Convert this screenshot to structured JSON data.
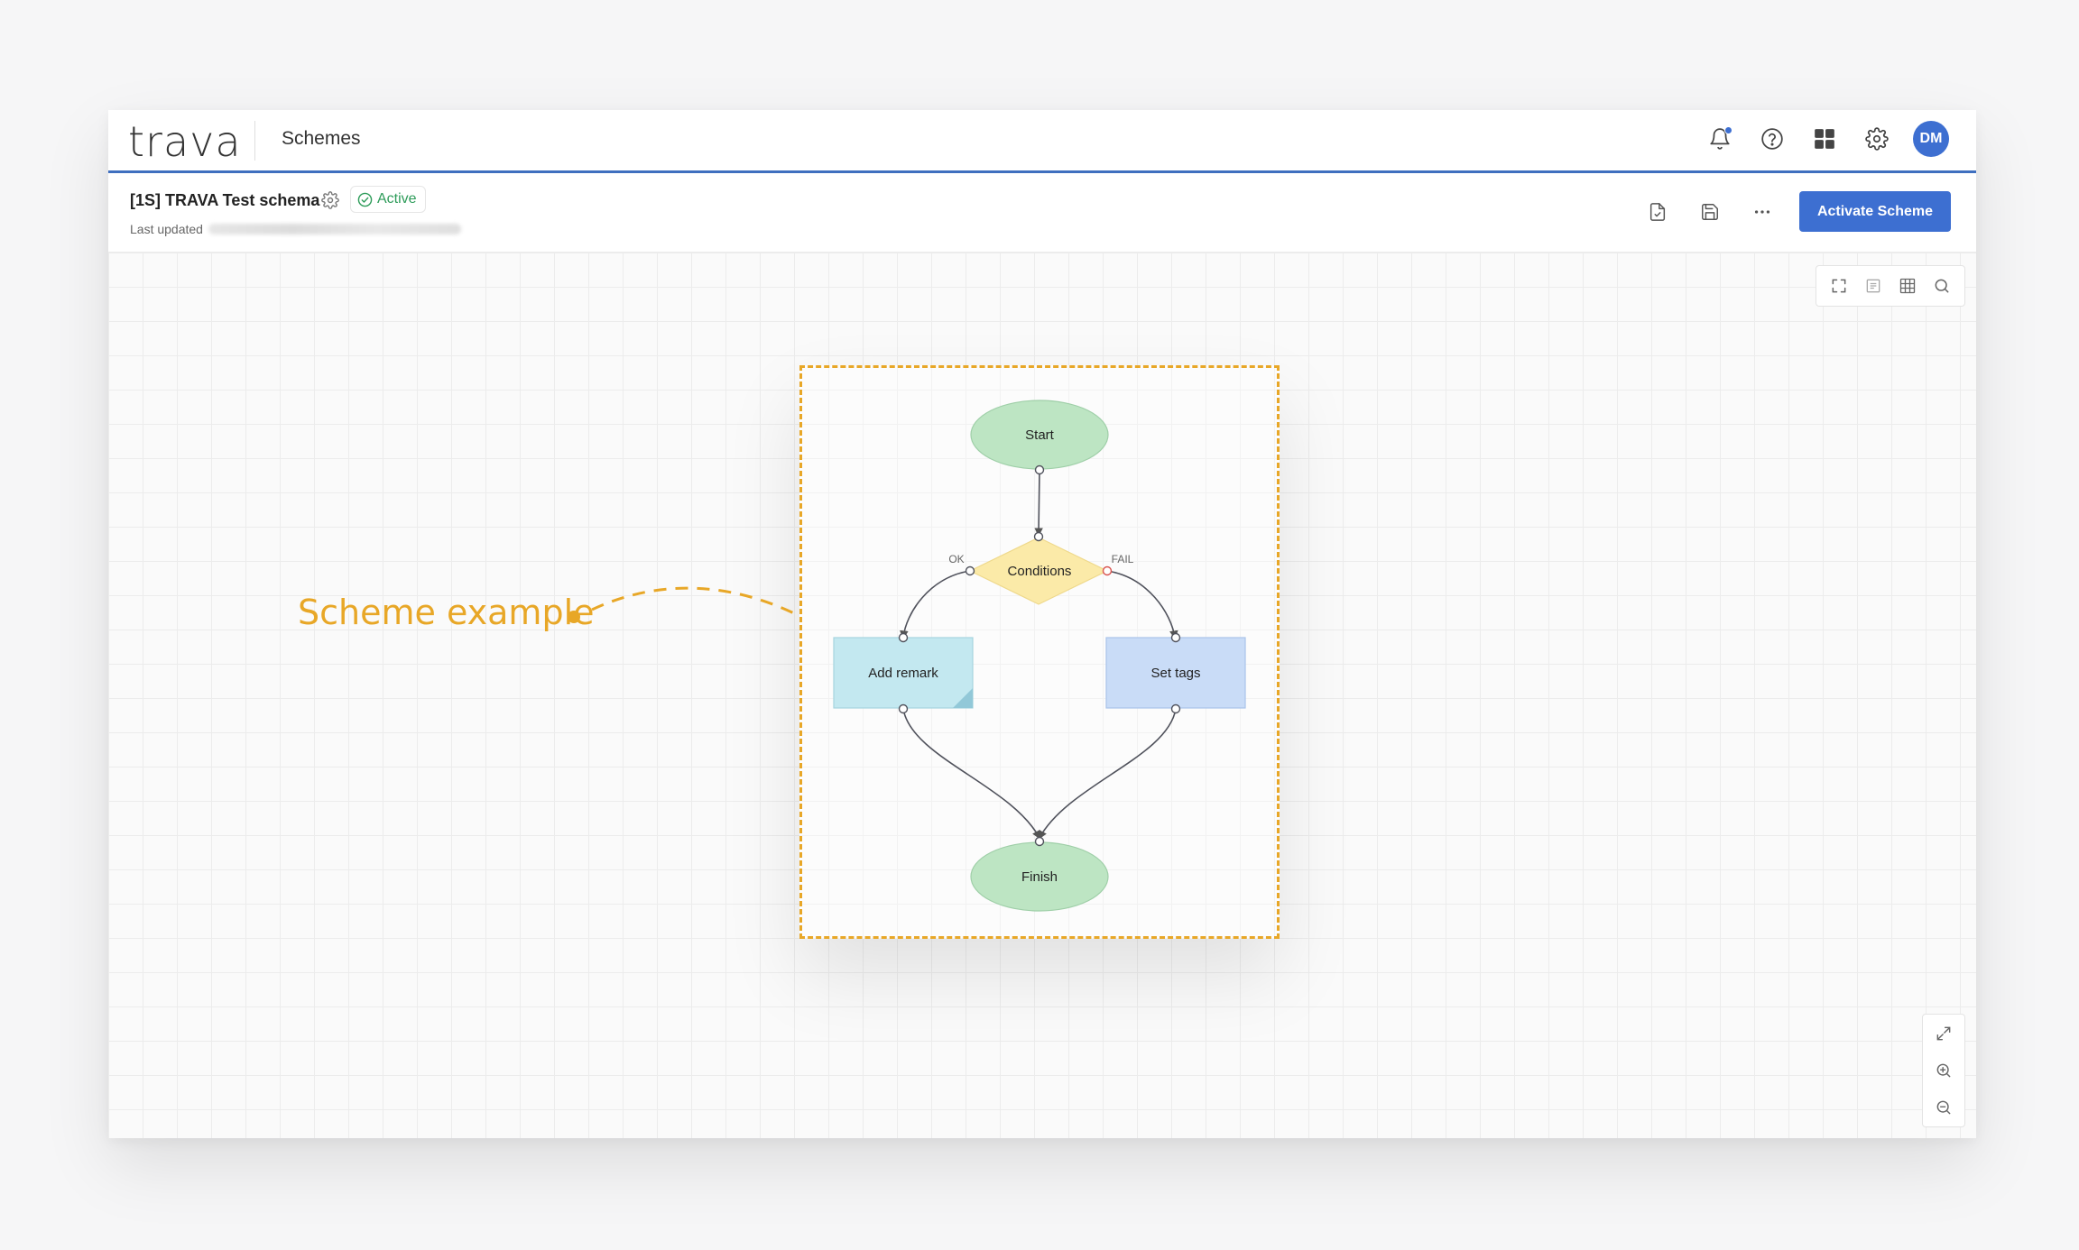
{
  "header": {
    "logo": "trava",
    "section_title": "Schemes",
    "avatar_initials": "DM"
  },
  "subheader": {
    "scheme_name": "[1S] TRAVA Test schema",
    "status": "Active",
    "last_updated_label": "Last updated",
    "activate_button": "Activate Scheme"
  },
  "diagram": {
    "nodes": {
      "start": "Start",
      "conditions": "Conditions",
      "add_remark": "Add remark",
      "set_tags": "Set tags",
      "finish": "Finish"
    },
    "edge_labels": {
      "ok": "OK",
      "fail": "FAIL"
    }
  },
  "annotation": {
    "text": "Scheme example"
  },
  "colors": {
    "accent": "#3d6fd1",
    "active_green": "#2e9c5a",
    "annotation_orange": "#e8a727",
    "start_finish_fill": "#bde5c3",
    "conditions_fill": "#fbeaa8",
    "add_remark_fill": "#c3e8f0",
    "set_tags_fill": "#c9dcf7"
  },
  "icons": [
    "notification-bell-icon",
    "help-icon",
    "apps-grid-icon",
    "settings-gear-icon",
    "validate-file-icon",
    "save-icon",
    "more-icon",
    "fullscreen-icon",
    "fit-view-icon",
    "grid-toggle-icon",
    "search-icon",
    "expand-icon",
    "zoom-in-icon",
    "zoom-out-icon"
  ]
}
